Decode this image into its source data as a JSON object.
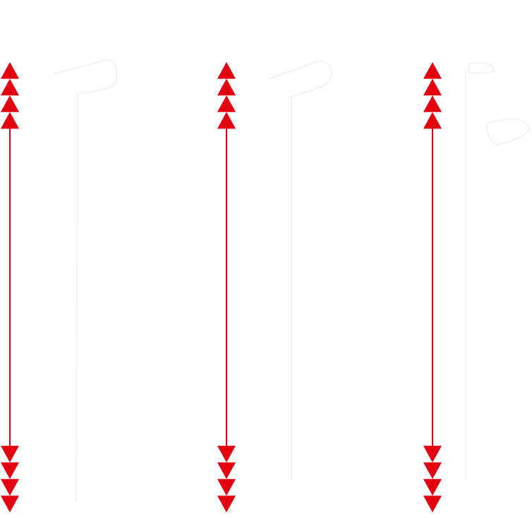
{
  "diagram": {
    "arrow_color": "#e3000f",
    "faint_shape_color": "#f4f4f4",
    "arrows": [
      {
        "name": "double-arrow-left",
        "heads_per_end": 4
      },
      {
        "name": "double-arrow-middle",
        "heads_per_end": 4
      },
      {
        "name": "double-arrow-right",
        "heads_per_end": 4
      }
    ]
  }
}
